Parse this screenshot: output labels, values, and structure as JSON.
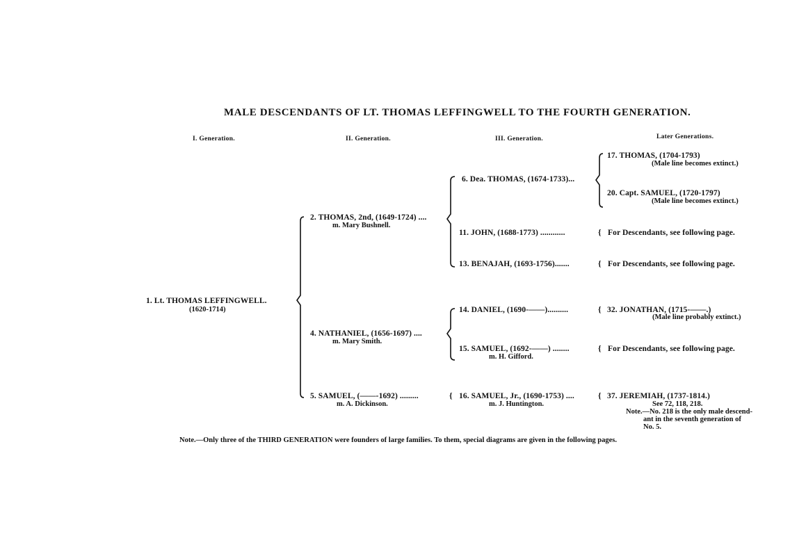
{
  "title": "MALE DESCENDANTS OF LT. THOMAS LEFFINGWELL TO THE FOURTH GENERATION.",
  "generations": [
    "I. Generation.",
    "II. Generation.",
    "III. Generation.",
    "Later Generations."
  ],
  "gen1": {
    "name": "1. Lt. THOMAS LEFFINGWELL.",
    "dates": "(1620-1714)"
  },
  "gen2": [
    {
      "name": "2. THOMAS, 2nd, (1649-1724) ....",
      "sub": "m. Mary Bushnell."
    },
    {
      "name": "4. NATHANIEL, (1656-1697) ....",
      "sub": "m. Mary Smith."
    },
    {
      "name": "5. SAMUEL, (——-1692) .........",
      "sub": "m. A. Dickinson."
    }
  ],
  "gen3": [
    {
      "name": "6. Dea. THOMAS, (1674-1733)..."
    },
    {
      "name": "11. JOHN, (1688-1773) ............"
    },
    {
      "name": "13. BENAJAH, (1693-1756)......."
    },
    {
      "name": "14. DANIEL, (1690-——).........."
    },
    {
      "name": "15. SAMUEL, (1692-——) ........",
      "sub": "m. H. Gifford."
    },
    {
      "name": "16. SAMUEL, Jr., (1690-1753) ....",
      "sub": "m. J. Huntington."
    }
  ],
  "later": [
    {
      "name": "17. THOMAS, (1704-1793)",
      "sub": "(Male line becomes extinct.)"
    },
    {
      "name": "20. Capt. SAMUEL, (1720-1797)",
      "sub": "(Male line becomes extinct.)"
    },
    {
      "name": "For Descendants, see following page."
    },
    {
      "name": "For Descendants, see following page."
    },
    {
      "name": "32. JONATHAN, (1715-——.)",
      "sub": "(Male line probably extinct.)"
    },
    {
      "name": "For Descendants, see following page."
    },
    {
      "name": "37. JEREMIAH, (1737-1814.)",
      "sub": "See 72, 118, 218."
    }
  ],
  "side_note": [
    "Note.—No. 218 is the only male descend-",
    "ant in the seventh generation of",
    "No. 5."
  ],
  "footnote": "Note.—Only three of the THIRD GENERATION were founders of large families.  To them, special diagrams are given in the following pages."
}
